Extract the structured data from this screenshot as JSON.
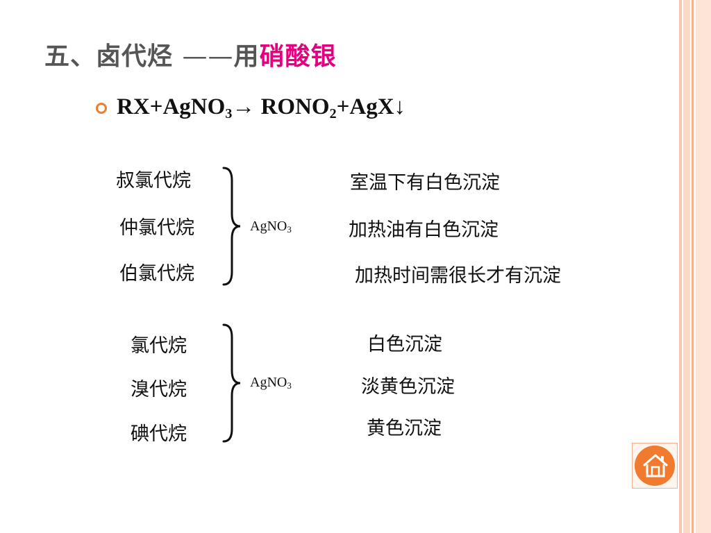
{
  "title": {
    "prefix": "五、卤代烃 ",
    "dash": "——",
    "mid": "用",
    "highlight": "硝酸银"
  },
  "equation": {
    "part1": "RX+AgNO",
    "sub1": "3",
    "part2": "→ RONO",
    "sub2": "2",
    "part3": "+AgX↓"
  },
  "group1": {
    "reagent": {
      "main": "AgNO",
      "sub": "3"
    },
    "items": [
      {
        "compound": "叔氯代烷",
        "result": "室温下有白色沉淀"
      },
      {
        "compound": "仲氯代烷",
        "result": "加热油有白色沉淀"
      },
      {
        "compound": "伯氯代烷",
        "result": "加热时间需很长才有沉淀"
      }
    ]
  },
  "group2": {
    "reagent": {
      "main": "AgNO",
      "sub": "3"
    },
    "items": [
      {
        "compound": "氯代烷",
        "result": "白色沉淀"
      },
      {
        "compound": "溴代烷",
        "result": "淡黄色沉淀"
      },
      {
        "compound": "碘代烷",
        "result": "黄色沉淀"
      }
    ]
  },
  "colors": {
    "highlight": "#e4007f",
    "bullet": "#f07d2c",
    "home_button": "#f07a2e"
  },
  "icons": {
    "home": "home-icon",
    "bullet": "bullet-icon"
  }
}
